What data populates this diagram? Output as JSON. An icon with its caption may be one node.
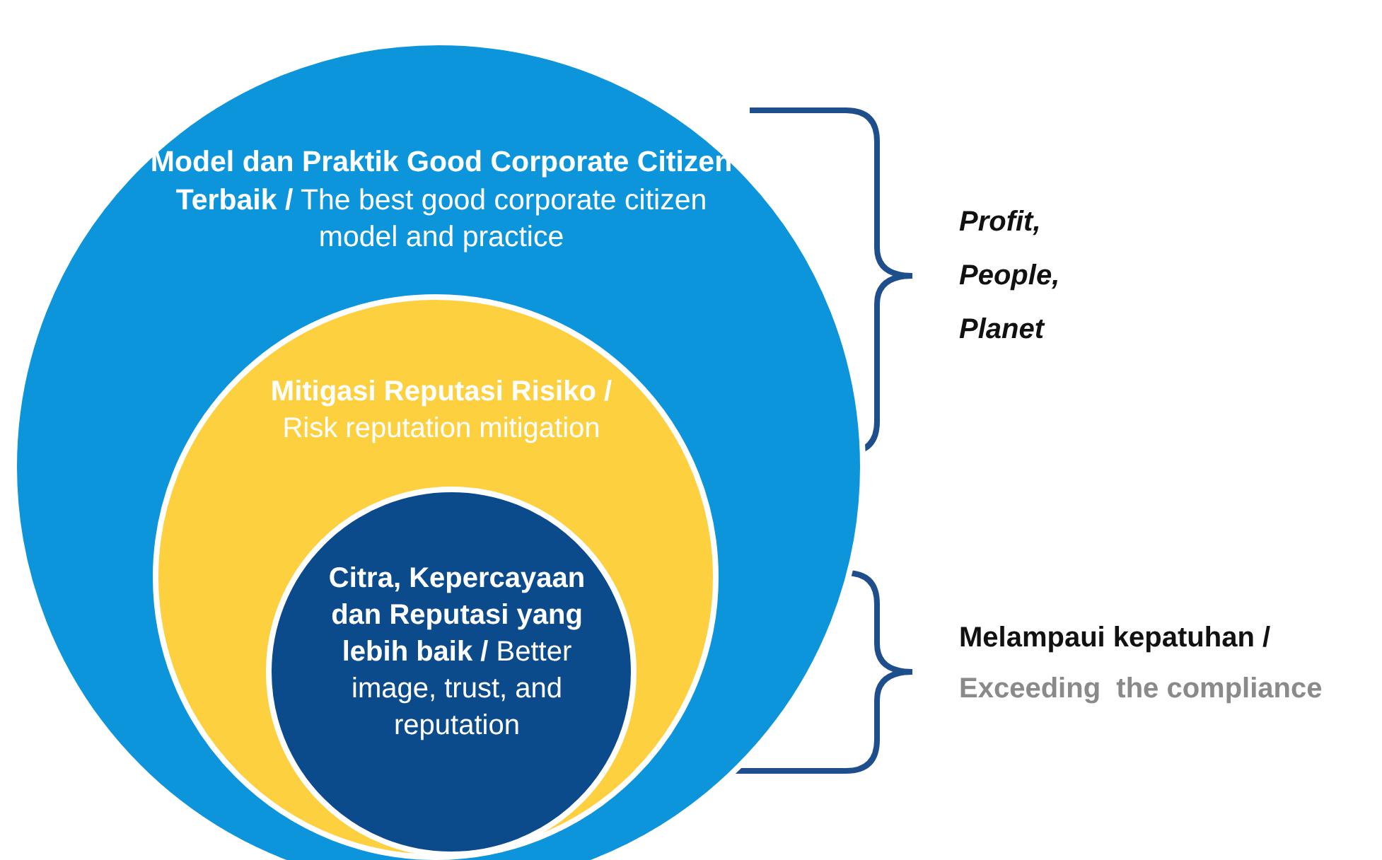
{
  "diagram": {
    "nodes": [
      {
        "text": [
          "**Model dan Praktik Good Corporate Citizen Terbaik /** The best good corporate citizen model and practice"
        ]
      },
      {
        "text": [
          "**Mitigasi Reputasi Risiko /** Risk reputation mitigation"
        ],
        "in": 0
      },
      {
        "text": [
          "**Citra, Kepercayaan dan Reputasi yang lebih baik /** Better image, trust, and reputation"
        ],
        "in": 1
      }
    ],
    "edges": [],
    "labels": [
      "Profit,",
      "People,",
      "Planet",
      "Melampaui kepatuhan /",
      "Exceeding  the compliance"
    ]
  }
}
